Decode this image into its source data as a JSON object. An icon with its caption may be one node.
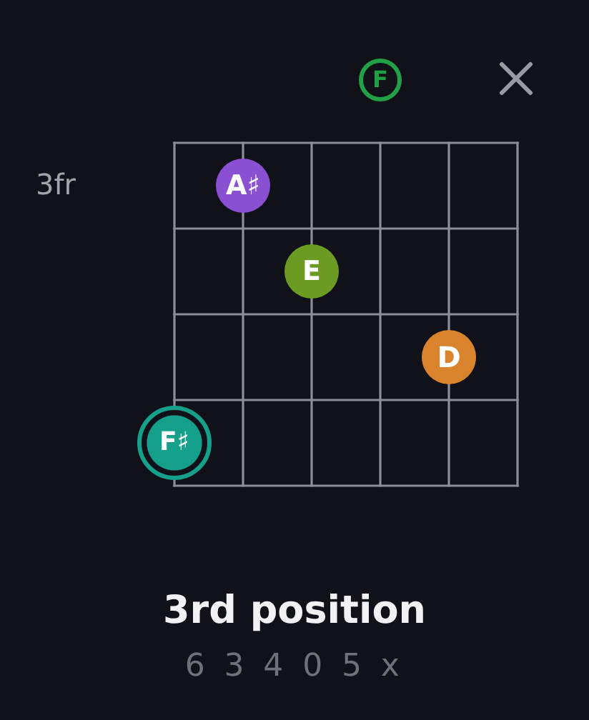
{
  "diagram": {
    "title": "3rd position",
    "caption": "6 3 4 0 5 x",
    "nodes": [
      {
        "text": [
          "F"
        ]
      },
      {
        "text": [
          "A♯"
        ]
      },
      {
        "text": [
          "E"
        ]
      },
      {
        "text": [
          "D"
        ]
      },
      {
        "text": [
          "F♯"
        ]
      }
    ],
    "labels": [
      "3fr"
    ]
  }
}
